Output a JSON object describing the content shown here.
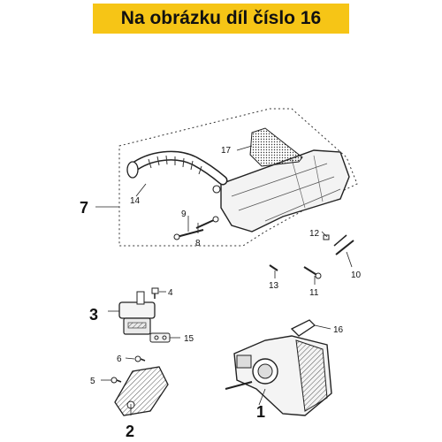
{
  "banner": {
    "text": "Na obrázku díl číslo 16",
    "color": "#f6c516"
  },
  "callouts": {
    "c1": "1",
    "c2": "2",
    "c3": "3",
    "c4": "4",
    "c5": "5",
    "c6": "6",
    "c7": "7",
    "c8": "8",
    "c9": "9",
    "c10": "10",
    "c11": "11",
    "c12": "12",
    "c13": "13",
    "c14": "14",
    "c15": "15",
    "c16": "16",
    "c17": "17"
  }
}
